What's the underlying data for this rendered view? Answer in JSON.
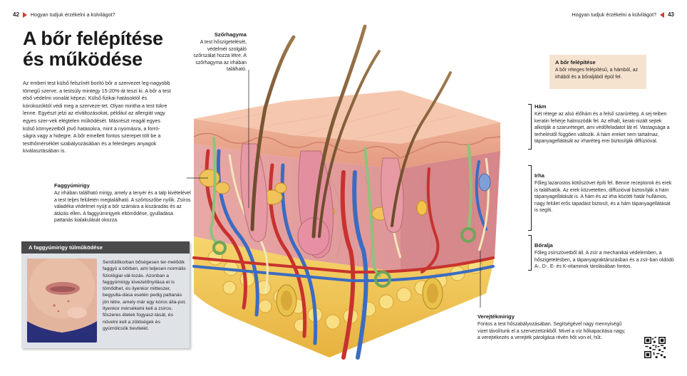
{
  "header": {
    "left_page_number": "42",
    "left_running_title": "Hogyan tudjuk érzékelni a külvilágot?",
    "right_running_title": "Hogyan tudjuk érzékelni a külvilágot?",
    "right_page_number": "43"
  },
  "title": {
    "line1": "A bőr felépítése",
    "line2": "és működése"
  },
  "intro": "Az emberi test külső felszínét borító bőr a szervezet leg-nagyobb tömegű szerve, a testsúly mintegy 15-20%-át teszi ki. A bőr a test első védelmi vonalát képezi. Külső fizikai hatásoktól és kórokozóktól védi meg a szerveze-tet. Olyan mintha a test tükre lenne. Egyészt jelzi az elváltozásokat, például az allergiát vagy egyes szer-vek elégtelen működését. Másrészt reagál egyes külső környezetből jövő hatásokra, mint a nyomásra, a forró-ságra vagy a hidegre. A bőr emellett fontos szerepet tölt be a testhőmérséklet szabályozásában és a felesleges anyagok kiválasztásában is.",
  "szorhagyma": {
    "heading": "Szőrhagyma",
    "text": "A test hőszigetelését, védelmét szolgáló szőrszálat hozza létre. A szőrhagyma az irhában található."
  },
  "faggyumirigy": {
    "heading": "Faggyúmirigy",
    "text": "Az irhában található mirigy, amely a tenyér és a talp kivételével a test teljes felületén megtalálható. A szőrtüszőbe nyílik. Zsíros váladéka védelmet nyújt a bőr számára a kiszáradás és az átázás ellen. A faggyúmirigyek eltömődése, gyulladása pattanás kialakulását okozza."
  },
  "info_box": {
    "title": "A faggyúmirigy túlműködése",
    "text": "Serdülőkorban bőségesen ter-melődik faggyú a bőrben, ami teljesen normális fiziológiai vál-tozás. Azonban a faggyúmirigy kivezetőnyílása el is tömődhet, és ilyenkor mitteszer, begyulla-dása esetén pedig pattanás jön létre, amely már egy kóros álla-pot. Ilyenkor mérsékelni kell a zsíros, fűszeres ételek fogyasz-tását, és növelni kell a zöldségek és gyümölcsök bevitelét."
  },
  "bor_felepitese": {
    "heading": "A bőr felépítése",
    "text": "A bőr réteges felépítésű, a hámból, az irhából és a bőraljából épül fel."
  },
  "ham": {
    "heading": "Hám",
    "text": "Két rétege az alsó élőhám és a felső szarúréteg. A sej-teiben keratin fehérje halmozódik fel. Az elhalt, kerati-nizált sejtek alkotják a szaruréteget, ami védőfeladatot lát el. Vastagsága a terheléstől függően változik. A hám ereket nem tartalmaz, tápanyagellátását az irharéteg erei biztosítják diffúzióval."
  },
  "irha": {
    "heading": "Irha",
    "text": "Főleg lazarostos kötőszövet építi fel. Benne receptorok és erek is találhatók. Az erek közvetetten, diffúzióval biztosítják a hám tápanyagellátását is. A hám és az irha közötti határ hullámos, nagy felület erős tapadást biztosít, és a hám tápanyagellátását is segíti."
  },
  "boralja": {
    "heading": "Bőralja",
    "text": "Főleg zsírszövetből áll. A zsír a mechanikai védelemben, a hőszigetelésben, a tápanyagraktározásban és a zsír-ban oldódó A-, D-, E- és K-vitaminok tárolásában fontos."
  },
  "verejtekmirigy": {
    "heading": "Verejtékmirigy",
    "text": "Fontos a test hőszabályozásában. Segítségével nagy mennyiségű vizet távolítunk el a szervezetünkből. Mivel a víz hőkapacitása nagy, a verejtékezés a verejték párolgása révén hőt von el, hűt."
  },
  "colors": {
    "accent_red": "#d23a2a",
    "info_box_header": "#4a4a4c",
    "highlight_box": "#f6e3cf",
    "epidermis": "#e8a48a",
    "dermis": "#e7a3a6",
    "hypodermis_fat": "#f3cd5a"
  },
  "icons": {
    "illustration": "skin-cross-section-illustration",
    "photo": "teen-acne-chin-photo",
    "qr": "qr-code"
  }
}
